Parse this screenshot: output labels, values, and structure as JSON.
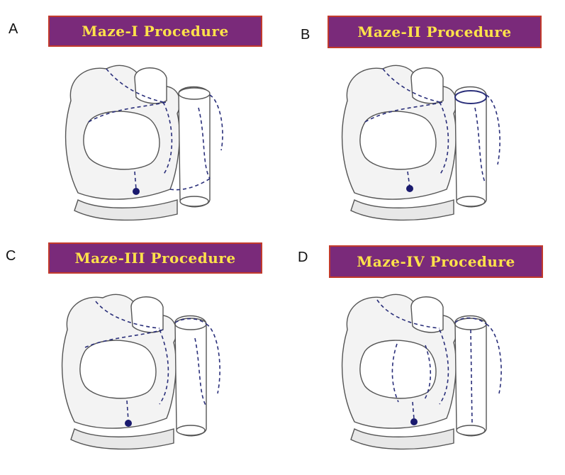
{
  "panels": [
    {
      "letter": "A",
      "title": "Maze-I Procedure"
    },
    {
      "letter": "B",
      "title": "Maze-II Procedure"
    },
    {
      "letter": "C",
      "title": "Maze-III Procedure"
    },
    {
      "letter": "D",
      "title": "Maze-IV Procedure"
    }
  ],
  "colors": {
    "title_background": "#7a2a7a",
    "title_border": "#c23a2c",
    "title_text": "#ffe24a",
    "lesion_lines": "#2a2f7a",
    "lesion_dot": "#1a1a6e"
  }
}
